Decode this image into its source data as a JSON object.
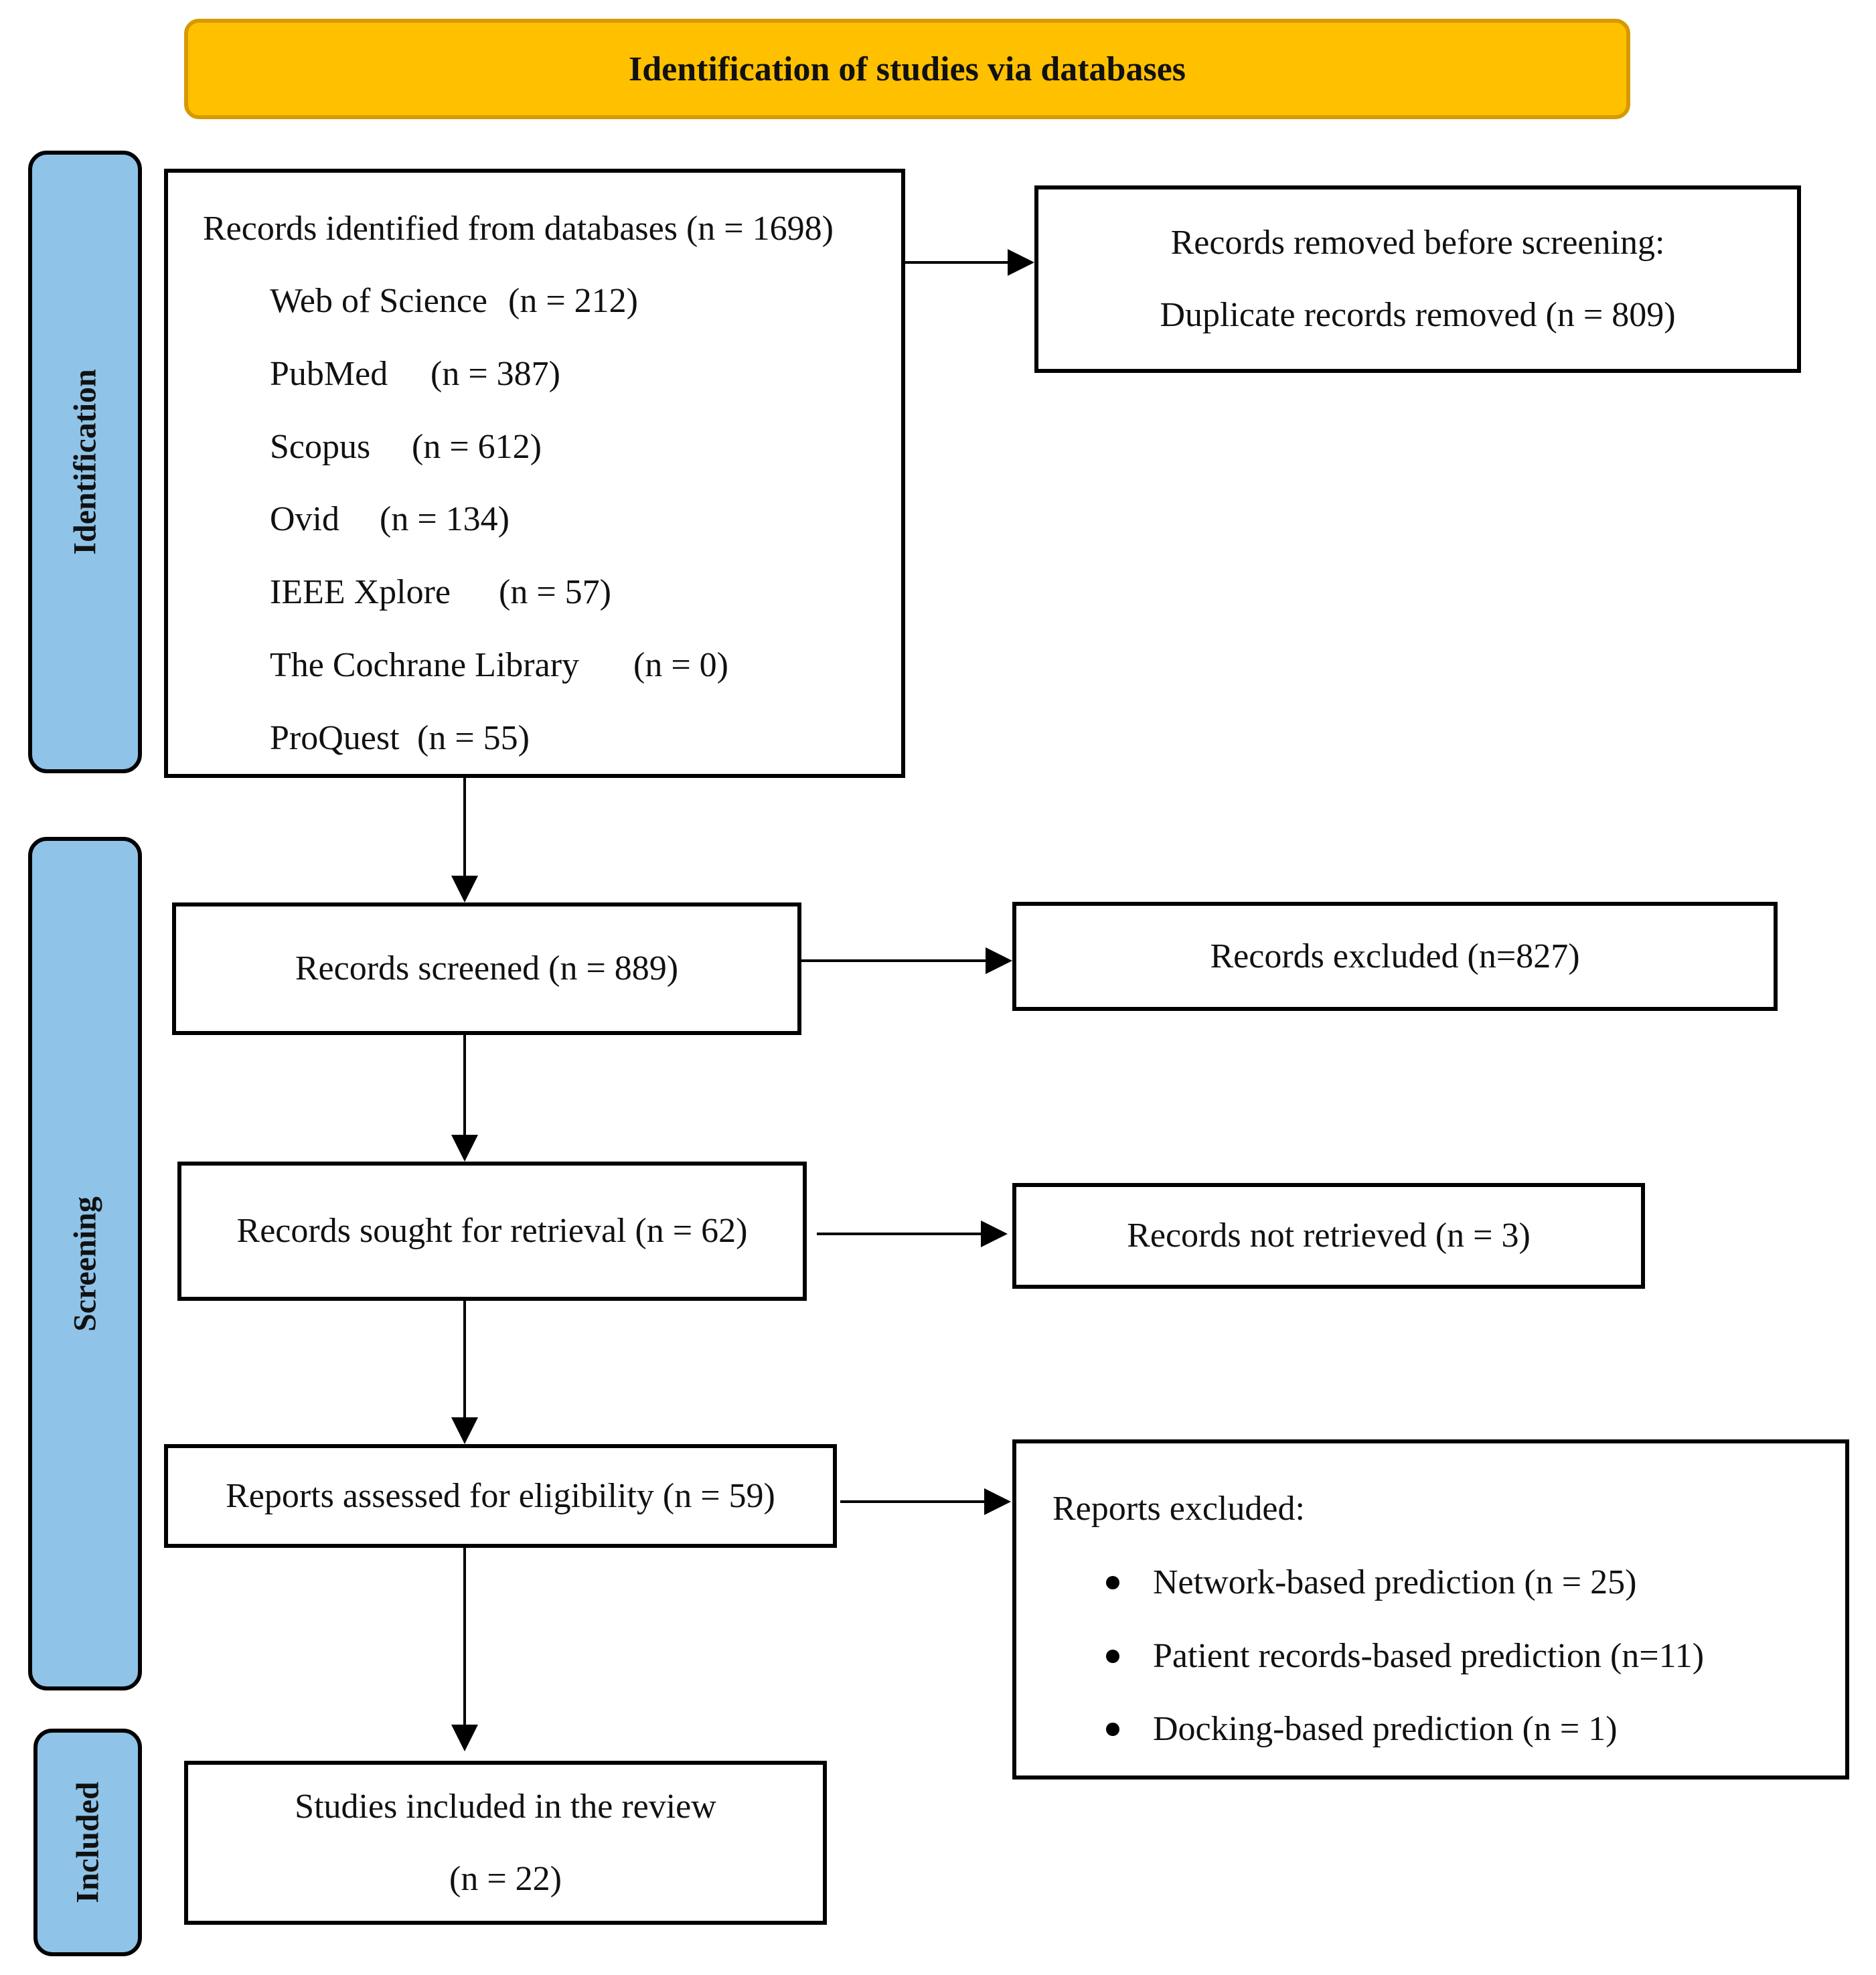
{
  "header": {
    "title": "Identification of studies via databases",
    "color": "#ffc000"
  },
  "phases": {
    "identification": "Identification",
    "screening": "Screening",
    "included": "Included",
    "color": "#8fc3e8"
  },
  "identified": {
    "title": "Records identified from databases (n = 1698)",
    "databases": [
      {
        "name": "Web of Science",
        "count": "(n = 212)"
      },
      {
        "name": "PubMed",
        "count": "(n = 387)"
      },
      {
        "name": "Scopus",
        "count": "(n = 612)"
      },
      {
        "name": "Ovid",
        "count": "(n = 134)"
      },
      {
        "name": "IEEE Xplore",
        "count": "(n = 57)"
      },
      {
        "name": "The Cochrane Library",
        "count": "(n = 0)"
      },
      {
        "name": "ProQuest",
        "count": "(n = 55)"
      }
    ]
  },
  "removed": {
    "line1": "Records removed before screening:",
    "line2": "Duplicate records removed (n = 809)"
  },
  "screened": "Records screened (n = 889)",
  "excluded": "Records excluded (n=827)",
  "sought": "Records sought for retrieval (n = 62)",
  "not_retrieved": "Records not retrieved (n = 3)",
  "assessed": "Reports assessed for eligibility (n = 59)",
  "reports_excluded": {
    "title": "Reports excluded:",
    "items": [
      "Network-based prediction (n = 25)",
      "Patient records-based prediction (n=11)",
      "Docking-based prediction (n = 1)"
    ]
  },
  "included": {
    "line1": "Studies included in the review",
    "line2": "(n = 22)"
  }
}
